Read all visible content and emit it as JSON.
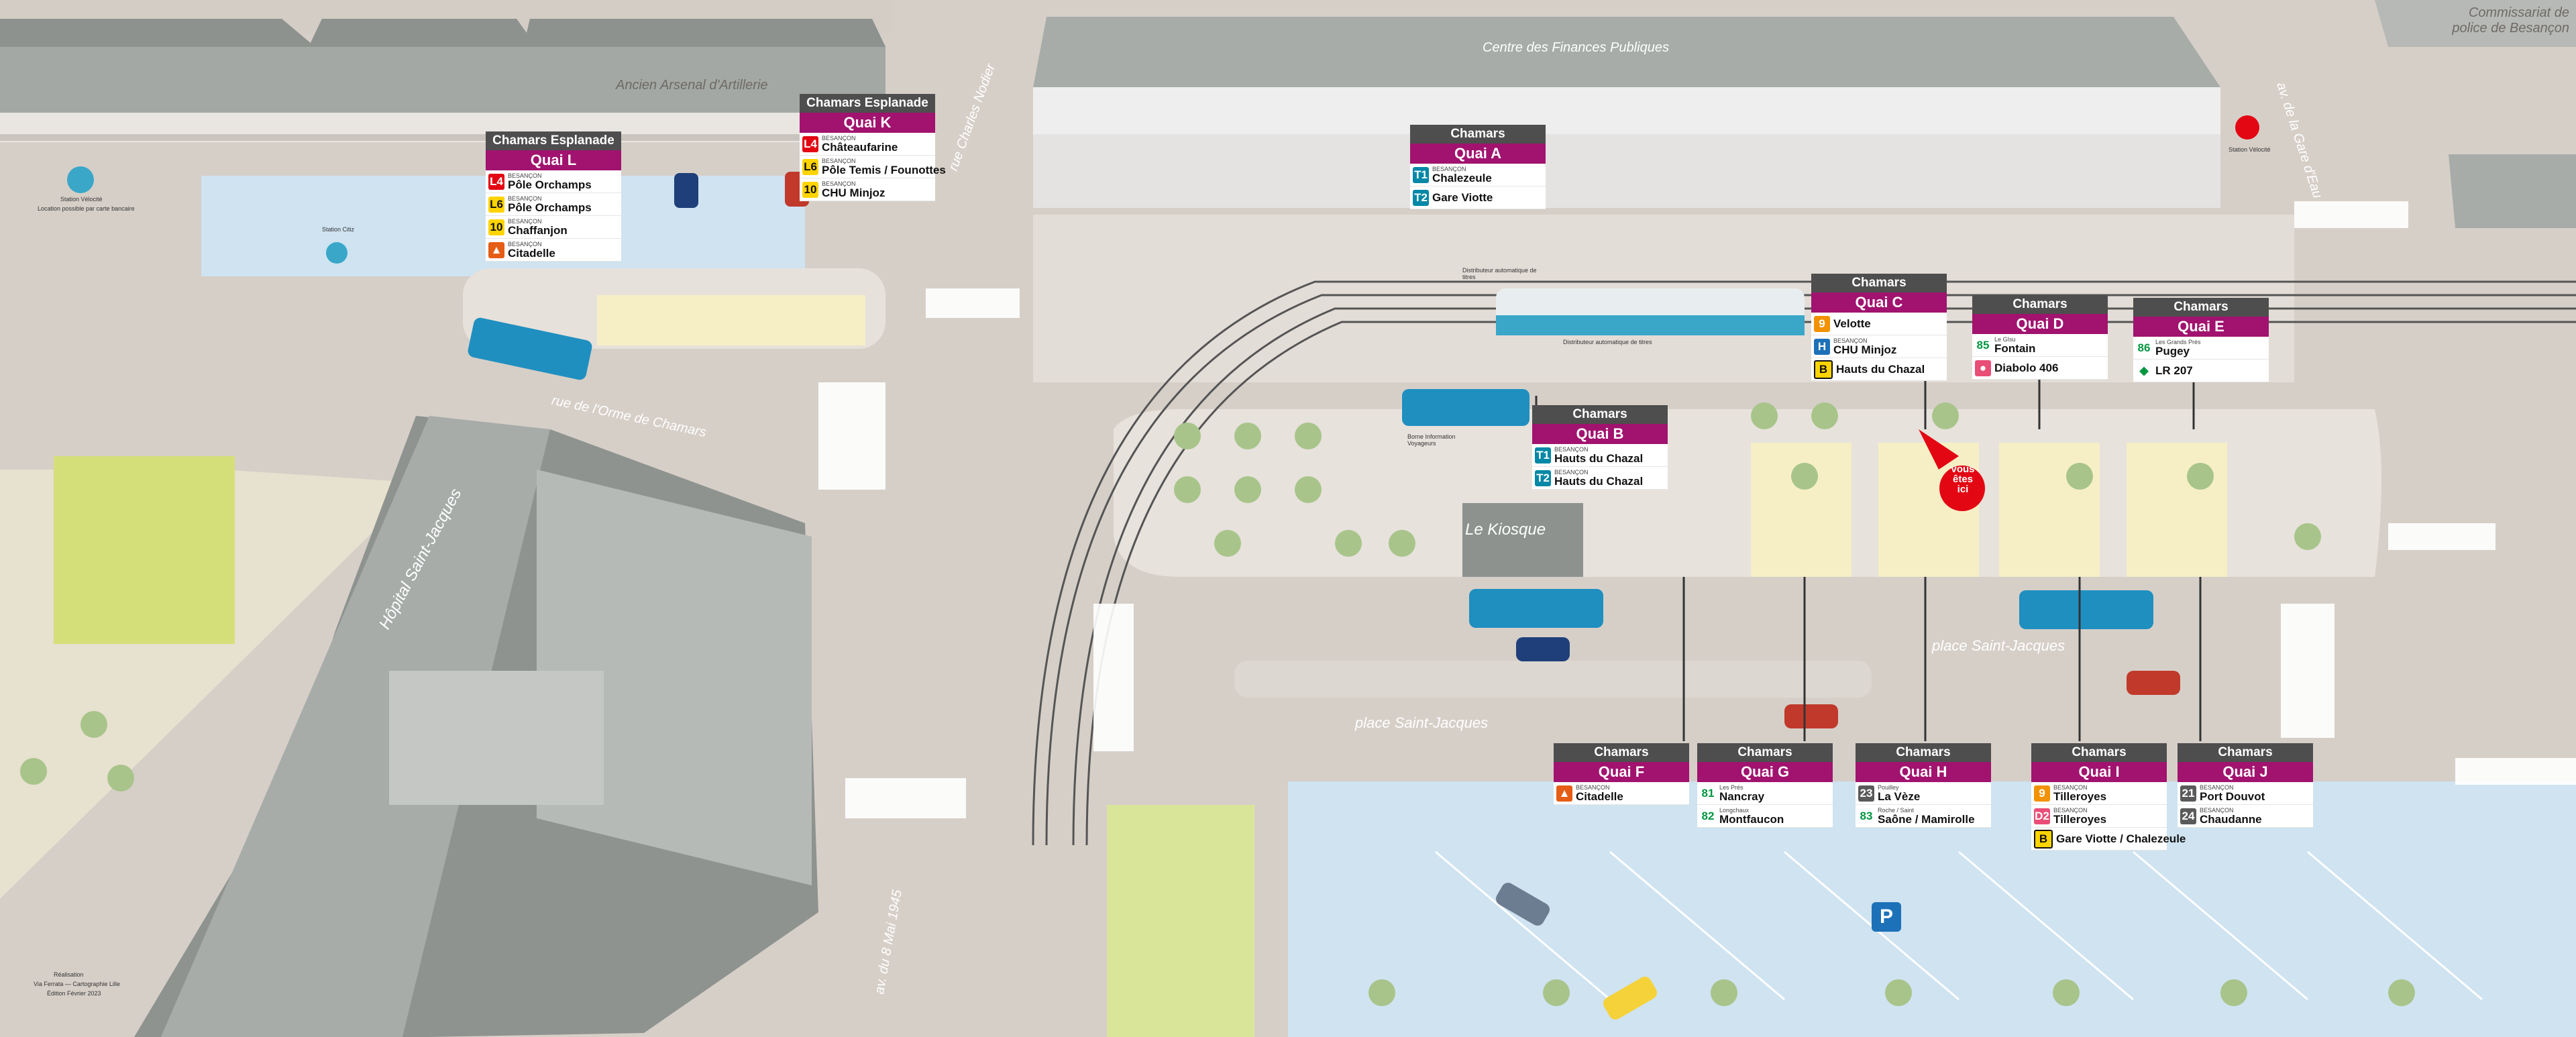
{
  "map": {
    "colors": {
      "ground": "#d9d2cb",
      "pavement": "#e7e2dc",
      "platform": "#f6efc6",
      "parking": "#cfe3f1",
      "grass": "#d9e69a",
      "building_roof": "#9ea39f",
      "tram_line_color": "#3aa7c9",
      "bus_blue": "#1f8fc0",
      "quai_header": "#a1136f",
      "here_marker": "#e30613"
    },
    "streets": [
      {
        "id": "ancien-arsenal",
        "label": "Ancien Arsenal d'Artillerie"
      },
      {
        "id": "centre-finances",
        "label": "Centre des Finances Publiques"
      },
      {
        "id": "commissariat",
        "label": "Commissariat de police de Besançon"
      },
      {
        "id": "rue-charles-nodier",
        "label": "rue Charles Nodier"
      },
      {
        "id": "av-gare-deau",
        "label": "av. de la Gare d'Eau"
      },
      {
        "id": "rue-orme-chamars",
        "label": "rue de l'Orme de Chamars"
      },
      {
        "id": "hopital-saint-jacques",
        "label": "Hôpital Saint-Jacques"
      },
      {
        "id": "place-saint-jacques-1",
        "label": "place Saint-Jacques"
      },
      {
        "id": "place-saint-jacques-2",
        "label": "place Saint-Jacques"
      },
      {
        "id": "av-8-mai-1945",
        "label": "av. du 8 Mai 1945"
      }
    ],
    "kiosque_label": "Le Kiosque",
    "here_marker_text": [
      "vous",
      "êtes",
      "ici"
    ],
    "parking_symbol": "P",
    "small_labels": {
      "station_velocite": "Station Vélocité",
      "location_velo": "Location possible par carte bancaire",
      "station_citiz": "Station Citiz",
      "distributeur_1": "Distributeur automatique de titres",
      "distributeur_2": "Distributeur automatique de titres",
      "borne_info": "Borne Information Voyageurs",
      "station_velocite_2": "Station Vélocité",
      "realisation": "Réalisation",
      "realisation_2": "Via Ferrata — Cartographie Lille",
      "realisation_3": "Édition Février 2023"
    }
  },
  "quais": [
    {
      "id": "L",
      "stop": "Chamars Esplanade",
      "name": "Quai L",
      "lines": [
        {
          "line": "L4",
          "badge": "red",
          "city": "BESANÇON",
          "dest": "Pôle Orchamps"
        },
        {
          "line": "L6",
          "badge": "yellow",
          "city": "BESANÇON",
          "dest": "Pôle Orchamps"
        },
        {
          "line": "10",
          "badge": "yellow",
          "city": "BESANÇON",
          "dest": "Chaffanjon"
        },
        {
          "line": "",
          "badge": "citadelle",
          "icon": "citadelle-icon",
          "city": "BESANÇON",
          "dest": "Citadelle"
        }
      ]
    },
    {
      "id": "K",
      "stop": "Chamars Esplanade",
      "name": "Quai K",
      "lines": [
        {
          "line": "L4",
          "badge": "red",
          "city": "BESANÇON",
          "dest": "Châteaufarine"
        },
        {
          "line": "L6",
          "badge": "yellow",
          "city": "BESANÇON",
          "dest": "Pôle Temis / Founottes"
        },
        {
          "line": "10",
          "badge": "yellow",
          "city": "BESANÇON",
          "dest": "CHU Minjoz"
        }
      ]
    },
    {
      "id": "A",
      "stop": "Chamars",
      "name": "Quai A",
      "lines": [
        {
          "line": "T1",
          "badge": "teal",
          "city": "BESANÇON",
          "dest": "Chalezeule"
        },
        {
          "line": "T2",
          "badge": "teal",
          "city": "",
          "dest": "Gare Viotte"
        }
      ]
    },
    {
      "id": "B",
      "stop": "Chamars",
      "name": "Quai B",
      "lines": [
        {
          "line": "T1",
          "badge": "teal",
          "city": "BESANÇON",
          "dest": "Hauts du Chazal"
        },
        {
          "line": "T2",
          "badge": "teal",
          "city": "BESANÇON",
          "dest": "Hauts du Chazal"
        }
      ]
    },
    {
      "id": "C",
      "stop": "Chamars",
      "name": "Quai C",
      "lines": [
        {
          "line": "9",
          "badge": "orange",
          "city": "",
          "dest": "Velotte"
        },
        {
          "line": "H",
          "badge": "navybox",
          "city": "BESANÇON",
          "dest": "CHU Minjoz"
        },
        {
          "line": "B",
          "badge": "ybox",
          "city": "",
          "dest": "Hauts du Chazal"
        }
      ]
    },
    {
      "id": "D",
      "stop": "Chamars",
      "name": "Quai D",
      "lines": [
        {
          "line": "85",
          "badge": "green",
          "city": "Le Gîsu",
          "dest": "Fontain"
        },
        {
          "line": "",
          "badge": "pink",
          "icon": "diabolo-icon",
          "city": "",
          "dest": "Diabolo 406"
        }
      ]
    },
    {
      "id": "E",
      "stop": "Chamars",
      "name": "Quai E",
      "lines": [
        {
          "line": "86",
          "badge": "green",
          "city": "Les Grands Prés",
          "dest": "Pugey"
        },
        {
          "line": "",
          "badge": "green",
          "icon": "mobigo-icon",
          "city": "",
          "dest": "LR 207"
        }
      ]
    },
    {
      "id": "F",
      "stop": "Chamars",
      "name": "Quai F",
      "lines": [
        {
          "line": "",
          "badge": "citadelle",
          "icon": "citadelle-icon",
          "city": "BESANÇON",
          "dest": "Citadelle"
        }
      ]
    },
    {
      "id": "G",
      "stop": "Chamars",
      "name": "Quai G",
      "lines": [
        {
          "line": "81",
          "badge": "green",
          "city": "Les Prés",
          "dest": "Nancray"
        },
        {
          "line": "82",
          "badge": "green",
          "city": "Longchaux",
          "dest": "Montfaucon"
        }
      ]
    },
    {
      "id": "H",
      "stop": "Chamars",
      "name": "Quai H",
      "lines": [
        {
          "line": "23",
          "badge": "grey",
          "city": "Pouilley",
          "dest": "La Vèze"
        },
        {
          "line": "83",
          "badge": "green",
          "city": "Roche / Saint",
          "dest": "Saône / Mamirolle"
        }
      ]
    },
    {
      "id": "I",
      "stop": "Chamars",
      "name": "Quai I",
      "lines": [
        {
          "line": "9",
          "badge": "orange",
          "city": "BESANÇON",
          "dest": "Tilleroyes"
        },
        {
          "line": "D2",
          "badge": "pink",
          "city": "BESANÇON",
          "dest": "Tilleroyes"
        },
        {
          "line": "B",
          "badge": "ybox",
          "city": "",
          "dest": "Gare Viotte / Chalezeule"
        }
      ]
    },
    {
      "id": "J",
      "stop": "Chamars",
      "name": "Quai J",
      "lines": [
        {
          "line": "21",
          "badge": "grey",
          "city": "BESANÇON",
          "dest": "Port Douvot"
        },
        {
          "line": "24",
          "badge": "grey",
          "city": "BESANÇON",
          "dest": "Chaudanne"
        }
      ]
    }
  ]
}
